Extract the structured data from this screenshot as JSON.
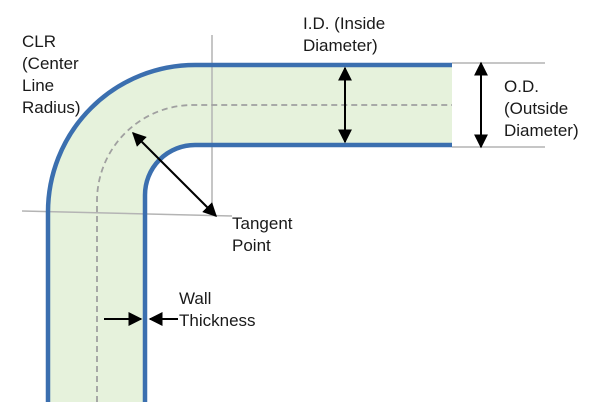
{
  "labels": {
    "clr": [
      "CLR",
      "(Center",
      "Line",
      "Radius)"
    ],
    "id": [
      "I.D. (Inside",
      "Diameter)"
    ],
    "od": [
      "O.D.",
      "(Outside",
      "Diameter)"
    ],
    "tangent": [
      "Tangent",
      "Point"
    ],
    "wall": [
      "Wall",
      "Thickness"
    ]
  },
  "colors": {
    "tube_fill": "#e6f2dc",
    "tube_wall": "#3b6faf",
    "centerline": "#a0a0a0",
    "reference_line": "#b4b4b4",
    "arrow": "#000000"
  }
}
